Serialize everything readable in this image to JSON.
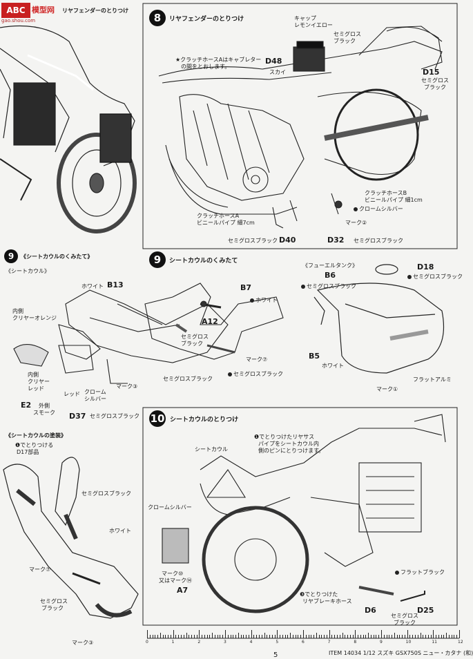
{
  "watermark": {
    "logo_text": "ABC",
    "brand": "模型网",
    "url": "gao.shou.com"
  },
  "top_left": {
    "title": "リヤフェンダーのとりつけ"
  },
  "step8": {
    "number": "8",
    "title": "リヤフェンダーのとりつけ",
    "labels": {
      "cap": "キャップ",
      "lemon": "レモンイエロー",
      "semigloss_black": "セミグロス",
      "semigloss_black2": "ブラック",
      "d48": "D48",
      "sky": "スカイ",
      "clutch_note1": "★クラッチホースAはキャブレター",
      "clutch_note2": "の間をとおします。",
      "d15": "D15",
      "d15_color1": "セミグロス",
      "d15_color2": "ブラック",
      "clutch_b": "クラッチホースB",
      "vinyl_1cm": "ビニールパイプ 細1cm",
      "chrome_silver": "クロームシルバー",
      "clutch_a": "クラッチホースA",
      "vinyl_7cm": "ビニールパイプ 細7cm",
      "mark2": "マーク②",
      "d40": "D40",
      "d40_color": "セミグロスブラック",
      "d32": "D32",
      "d32_color": "セミグロスブラック"
    }
  },
  "step9_left": {
    "number": "9",
    "title": "《シートカウルのくみたて》",
    "subtitle": "《シートカウル》",
    "labels": {
      "white": "ホワイト",
      "b13": "B13",
      "inner_clear_orange1": "内側",
      "inner_clear_orange2": "クリヤーオレンジ",
      "inner_clear_red1": "内側",
      "inner_clear_red2": "クリヤー",
      "inner_clear_red3": "レッド",
      "red": "レッド",
      "chrome1": "クローム",
      "chrome2": "シルバー",
      "mark3": "マーク③",
      "e2": "E2",
      "outer_smoke1": "外側",
      "outer_smoke2": "スモーク",
      "d37": "D37",
      "d37_color": "セミグロスブラック"
    }
  },
  "paint": {
    "title": "《シートカウルの塗装》",
    "note1": "❶でとりつける",
    "note2": "D17部品",
    "sg_black": "セミグロスブラック",
    "white": "ホワイト",
    "mark7": "マーク⑦",
    "sg1": "セミグロス",
    "sg2": "ブラック",
    "mark3": "マーク③"
  },
  "step9_right": {
    "number": "9",
    "title": "シートカウルのくみたて",
    "labels": {
      "b7": "B7",
      "white": "ホワイト",
      "a12": "A12",
      "sg1": "セミグロス",
      "sg2": "ブラック",
      "mark7": "マーク⑦",
      "sg_black": "セミグロスブラック",
      "sg_black2": "セミグロスブラック"
    }
  },
  "fuel": {
    "title": "《フューエルタンク》",
    "d18": "D18",
    "d18_color": "セミグロスブラック",
    "b6": "B6",
    "b6_color": "セミグロスブラック",
    "b5": "B5",
    "white": "ホワイト",
    "flat_alu": "フラットアルミ",
    "mark1": "マーク①"
  },
  "step10": {
    "number": "10",
    "title": "シートカウルのとりつけ",
    "labels": {
      "note1": "❶でとりつけたリヤサス",
      "note2": "パイプをシートカウル内",
      "note3": "側のピンにとりつけます。",
      "seat_cowl": "シートカウル",
      "chrome_silver": "クロームシルバー",
      "mark10a": "マーク⑩",
      "mark10b": "又はマーク⑭",
      "a7": "A7",
      "flat_black": "フラットブラック",
      "note_brake1": "❸でとりつけた",
      "note_brake2": "リヤブレーキホース",
      "d6": "D6",
      "d25": "D25",
      "sg1": "セミグロス",
      "sg2": "ブラック"
    }
  },
  "footer": {
    "page_number": "5",
    "item": "ITEM 14034  1/12 スズキ GSX750S ニュー・カタナ (和)",
    "ruler_labels": [
      "0",
      "1",
      "2",
      "3",
      "4",
      "5",
      "6",
      "7",
      "8",
      "9",
      "10",
      "11",
      "12"
    ]
  }
}
